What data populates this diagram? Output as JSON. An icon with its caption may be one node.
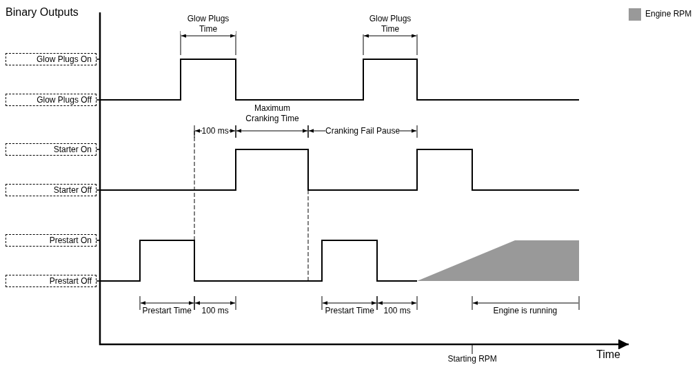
{
  "diagram": {
    "nodes": [
      {
        "text": [
          "Glow Plugs On"
        ]
      },
      {
        "text": [
          "Glow Plugs Off"
        ]
      },
      {
        "text": [
          "Starter On"
        ]
      },
      {
        "text": [
          "Starter Off"
        ]
      },
      {
        "text": [
          "Prestart On"
        ]
      },
      {
        "text": [
          "Prestart Off"
        ]
      }
    ],
    "labels": [
      "Binary Outputs",
      "Glow Plugs Time",
      "Glow Plugs Time",
      "100 ms",
      "Maximum Cranking Time",
      "Cranking Fail Pause",
      "Prestart Time",
      "100 ms",
      "Prestart Time",
      "100 ms",
      "Engine is running",
      "Starting RPM",
      "Time"
    ],
    "legend": [
      {
        "text": "Engine RPM",
        "color": "#999999"
      }
    ]
  }
}
